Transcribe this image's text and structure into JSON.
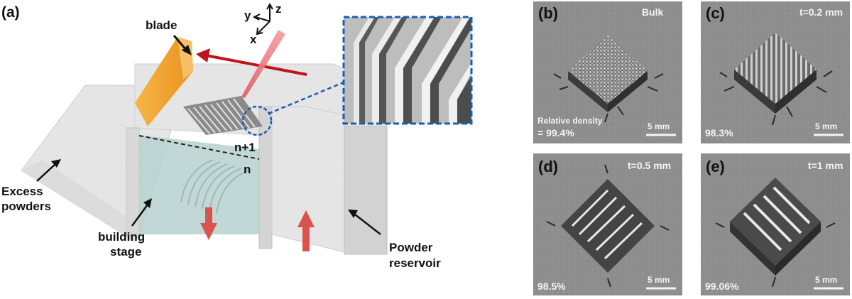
{
  "panel_a": {
    "letter": "(a)",
    "axes": {
      "z": "z",
      "y": "y",
      "x": "x"
    },
    "labels": {
      "blade": "blade",
      "layer_top": "n+1",
      "layer_bottom": "n",
      "excess_line1": "Excess",
      "excess_line2": "powders",
      "stage_line1": "building",
      "stage_line2": "stage",
      "reservoir_line1": "Powder",
      "reservoir_line2": "reservoir"
    }
  },
  "photos": [
    {
      "letter": "(b)",
      "tag": "Bulk",
      "density_label_line1": "Relative density",
      "density": "= 99.4%",
      "scale": "5 mm"
    },
    {
      "letter": "(c)",
      "tag": "t=0.2 mm",
      "density": "98.3%",
      "scale": "5 mm"
    },
    {
      "letter": "(d)",
      "tag": "t=0.5 mm",
      "density": "98.5%",
      "scale": "5 mm"
    },
    {
      "letter": "(e)",
      "tag": "t=1 mm",
      "density": "99.06%",
      "scale": "5 mm"
    }
  ],
  "colors": {
    "blade": "#f5a623",
    "laser_arrow": "#c0141c",
    "inset_border": "#1a5fb4",
    "stage_fill": "#a9c9c8",
    "motion_arrow": "#d9534f",
    "photo_bg": "#8d8d8d"
  }
}
